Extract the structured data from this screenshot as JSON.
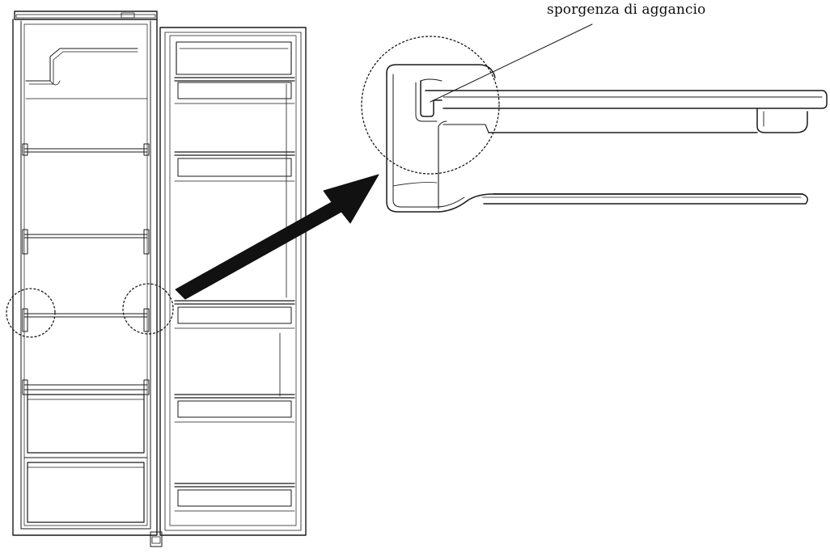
{
  "callout": {
    "label": "sporgenza di aggancio"
  },
  "figure": {
    "subject": "refrigerator-shelf-installation",
    "parts": [
      "fridge-cabinet",
      "fridge-door",
      "shelf-detail",
      "pointer-arrow",
      "detail-circles"
    ],
    "stroke_color": "#1a1a1a",
    "circle_style": "dotted"
  }
}
